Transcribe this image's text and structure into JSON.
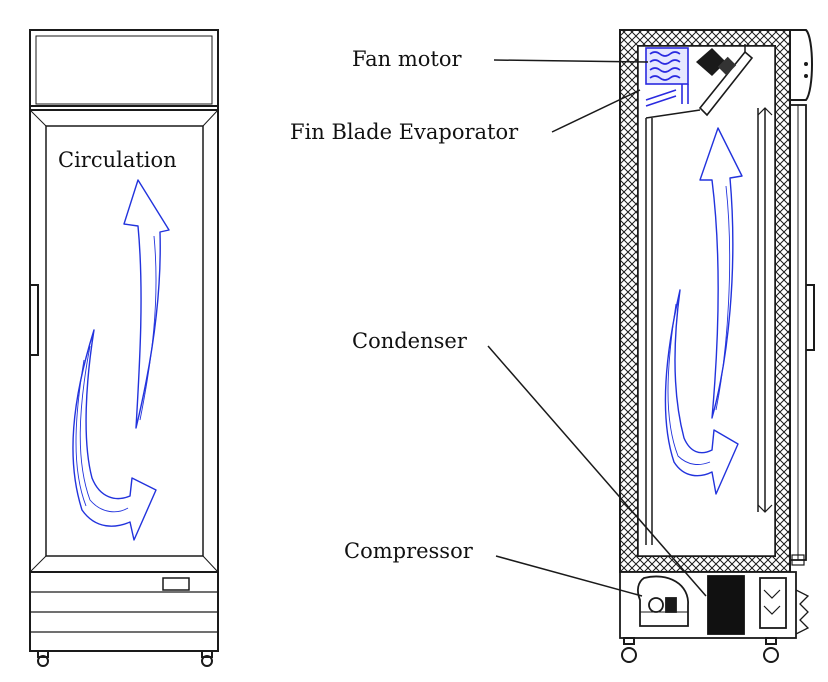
{
  "labels": {
    "circulation": "Circulation",
    "fan_motor": "Fan motor",
    "fin_blade_evaporator": "Fin Blade Evaporator",
    "condenser": "Condenser",
    "compressor": "Compressor"
  },
  "colors": {
    "line": "#1a1a1a",
    "airflow": "#2233dd",
    "evaporator": "#2a2ae0",
    "compressor_block": "#111111",
    "background": "#ffffff"
  }
}
